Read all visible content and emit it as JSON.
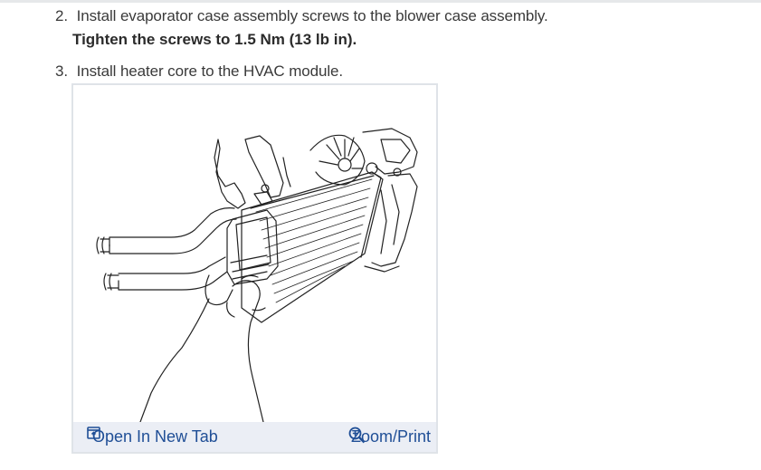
{
  "steps": [
    {
      "number": "2.",
      "text": "Install evaporator case assembly screws to the blower case assembly.",
      "emphasis": "Tighten the screws to 1.5 Nm (13 lb in)."
    },
    {
      "number": "3.",
      "text": "Install heater core to the HVAC module."
    }
  ],
  "figure": {
    "open_label": "Open In New Tab",
    "zoom_label": "Zoom/Print",
    "link_color": "#1f4e96"
  }
}
